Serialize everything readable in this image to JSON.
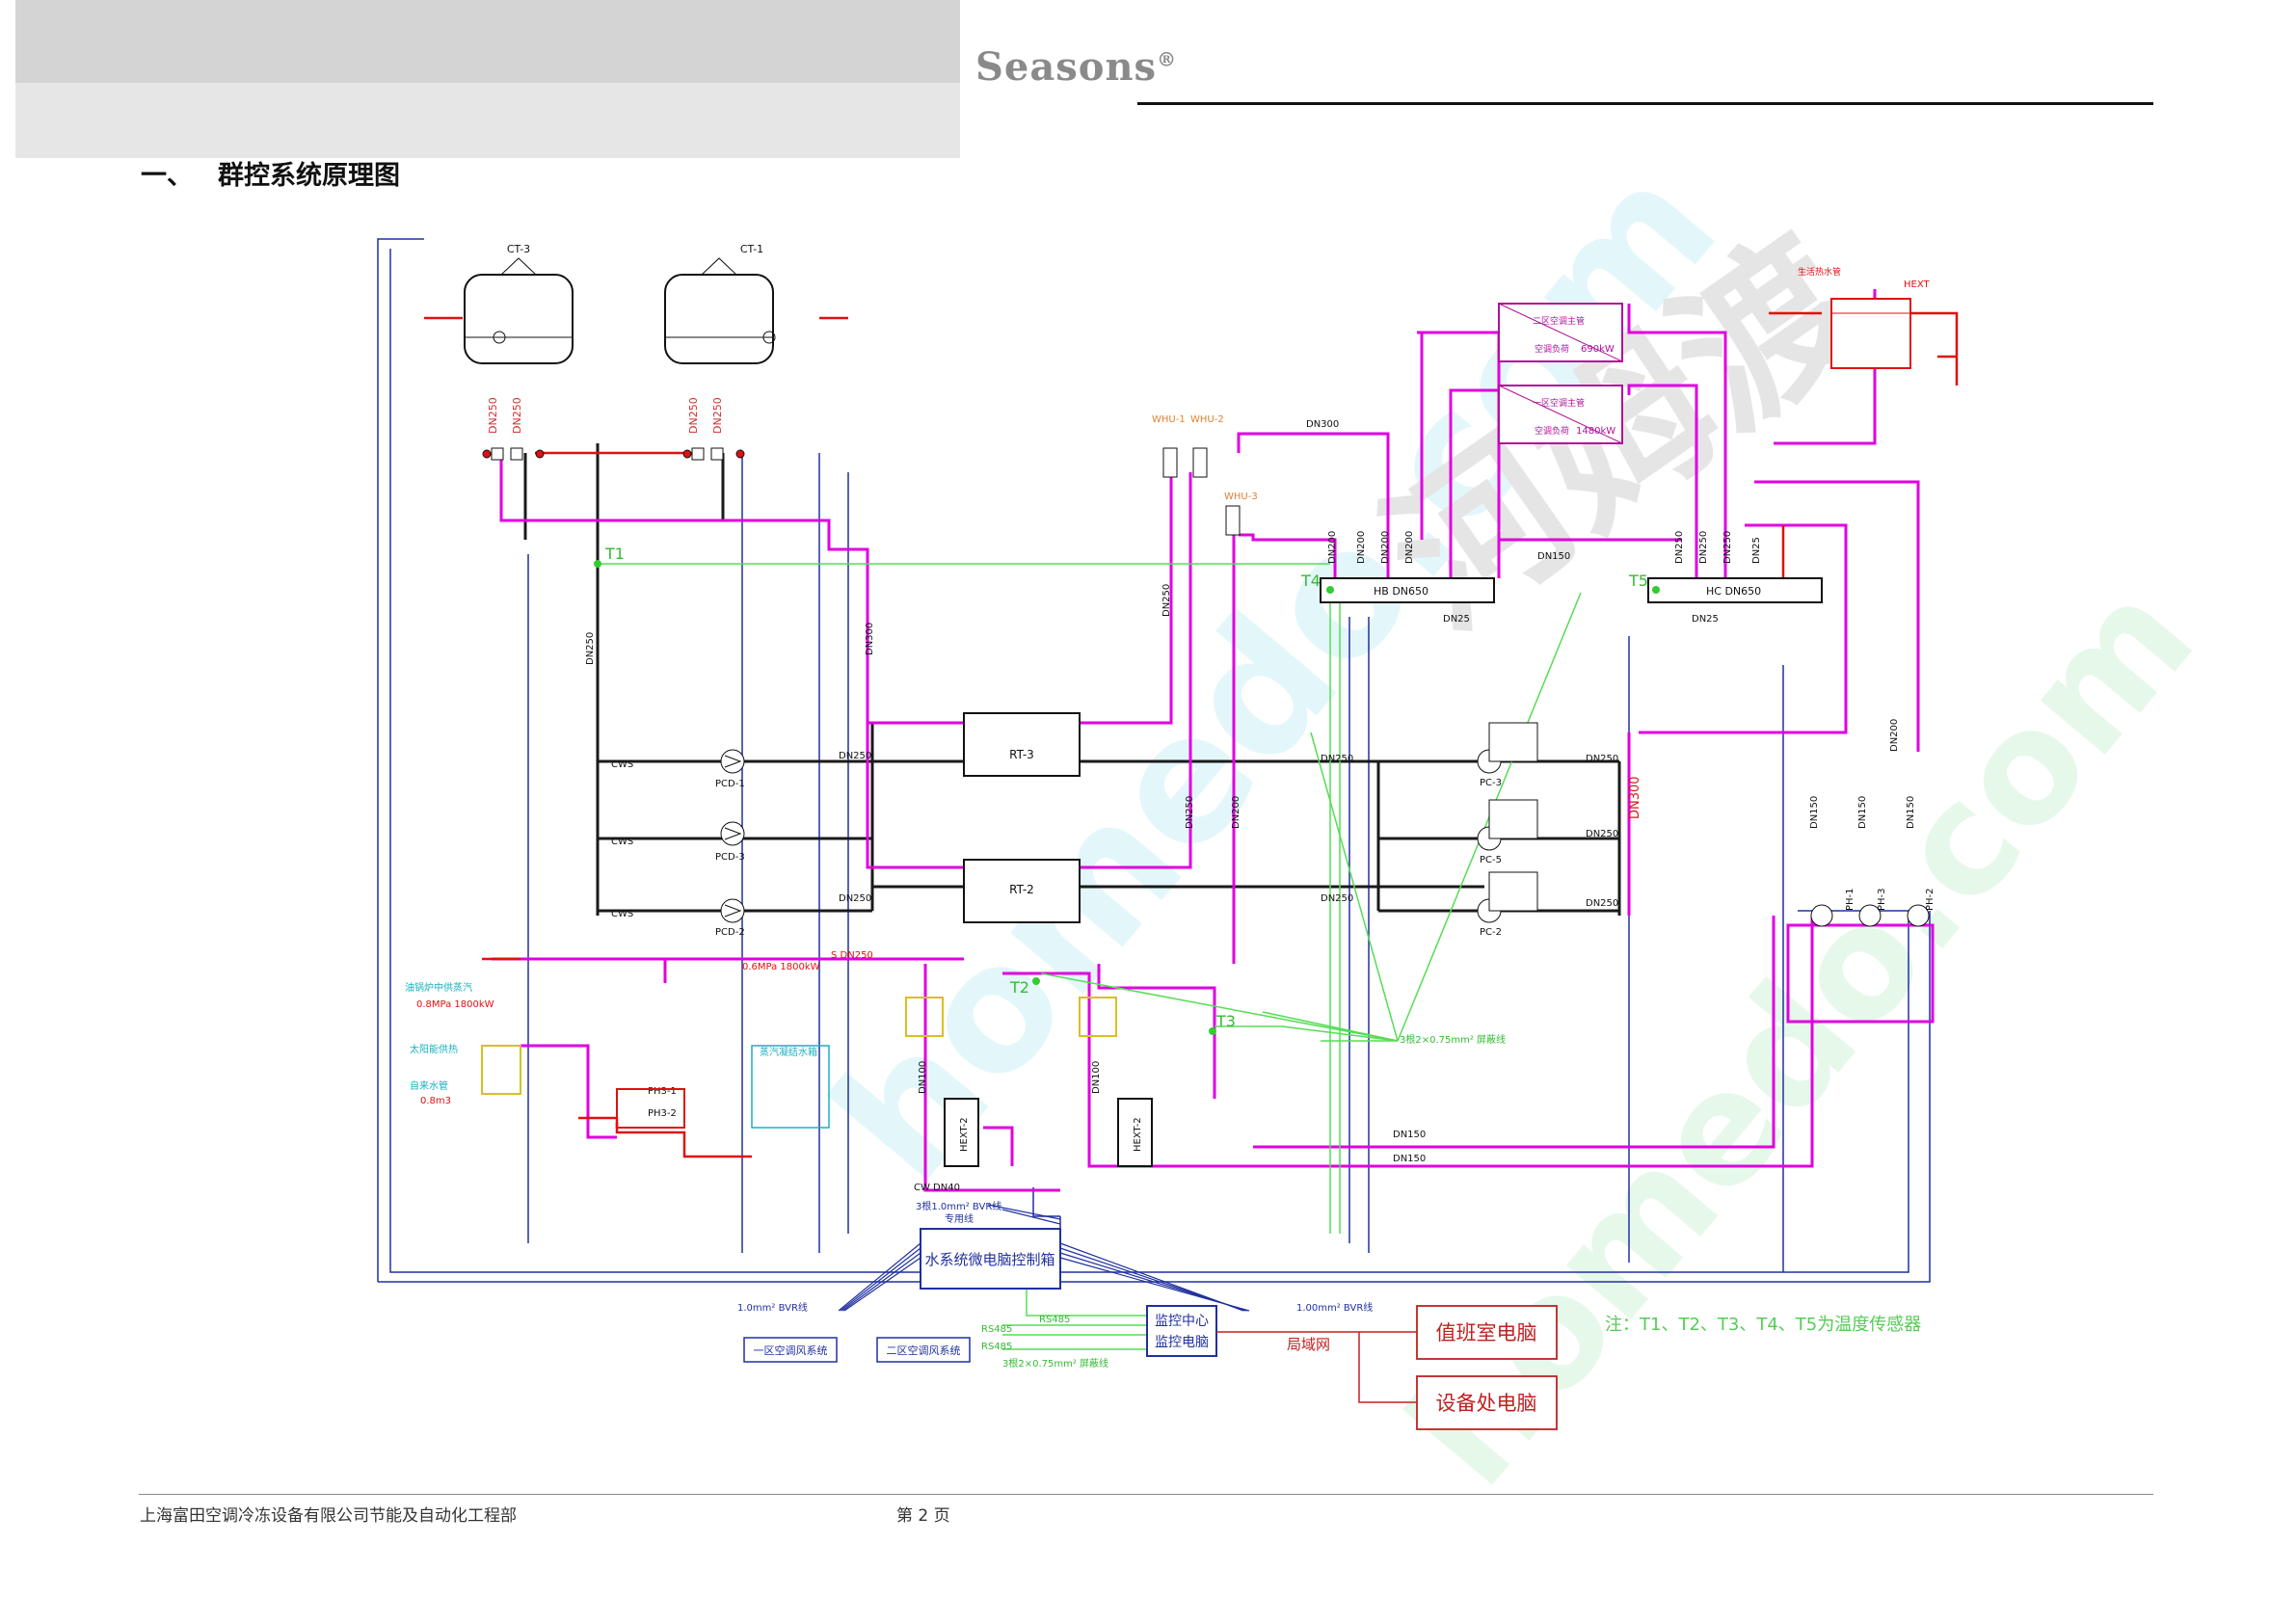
{
  "header": {
    "brand": "Seasons",
    "brand_mark": "®",
    "section_number": "一、",
    "section_title": "群控系统原理图"
  },
  "footer": {
    "company": "上海富田空调冷冻设备有限公司节能及自动化工程部",
    "page": "第 2 页"
  },
  "watermark": {
    "site": "homedo.com",
    "brand_cn": "河姆渡"
  },
  "colors": {
    "condenser_water": "#1a1a1a",
    "chilled_water": "#e000e0",
    "heating": "#e01010",
    "signal": "#55dd55",
    "control": "#2030a0",
    "annotation": "#c02020"
  },
  "diagram": {
    "cooling_towers": [
      "CT-3",
      "CT-1"
    ],
    "tower_pipes": [
      "DN250",
      "DN250",
      "DN250",
      "DN250"
    ],
    "chillers": [
      "RT-3",
      "RT-2"
    ],
    "condenser_pumps": [
      "PCD-1",
      "PCD-3",
      "PCD-2"
    ],
    "cws_labels": [
      "CWS",
      "CWS",
      "CWS"
    ],
    "chilled_pumps": [
      "PC-3",
      "PC-5",
      "PC-2"
    ],
    "hot_pumps": [
      "PH-1",
      "PH-3",
      "PH-2"
    ],
    "hot_pipes": [
      "DN150",
      "DN150",
      "DN150"
    ],
    "whu": [
      "WHU-1",
      "WHU-2",
      "WHU-3"
    ],
    "dn300_top": "DN300",
    "headers": {
      "hb": "HB DN650",
      "hc": "HC DN650"
    },
    "hb_branches": [
      "DN200",
      "DN200",
      "DN200",
      "DN200"
    ],
    "hc_branches": [
      "DN250",
      "DN250",
      "DN250",
      "DN25"
    ],
    "dn150_bridge": "DN150",
    "dn25": [
      "DN25",
      "DN25"
    ],
    "dn200": "DN200",
    "ahu": [
      {
        "name": "二区空调主管",
        "load": "690kW",
        "note": "空调负荷"
      },
      {
        "name": "一区空调主管",
        "load": "1480kW",
        "note": "空调负荷"
      }
    ],
    "hext_top": "HEXT",
    "hext_top_note": "生活热水管",
    "sensors": [
      "T1",
      "T2",
      "T3",
      "T4",
      "T5"
    ],
    "pipes": {
      "dn250": "DN250",
      "dn300": "DN300",
      "dn200": "DN200",
      "dn150": "DN150",
      "dn100": "DN100",
      "dn40": "CW DN40",
      "s_dn250": "S DN250"
    },
    "steam_source": "油锅炉中供蒸汽",
    "steam_source_spec": "0.8MPa 1800kW",
    "steam_valve_spec": "0.6MPa 1800kW",
    "solar_water": "太阳能供热",
    "city_water": "自来水管",
    "city_water_spec": "0.8m3",
    "ph_units": [
      "PH3-1",
      "PH3-2"
    ],
    "expansion_tank": "蒸汽凝结水箱",
    "hext_units": [
      "HEXT-2",
      "HEXT-2"
    ],
    "panel": "水系统微电脑控制箱",
    "cable_bvr": "3根1.0mm² BVR线",
    "cable_label": "专用线",
    "cable_left": "1.0mm² BVR线",
    "cable_right": "1.00mm² BVR线",
    "sensor_cable": "3根2×0.75mm² 屏蔽线",
    "rs485": "RS485",
    "ahu_system_1": "一区空调风系统",
    "ahu_system_2": "二区空调风系统",
    "monitor_line1": "监控中心",
    "monitor_line2": "监控电脑",
    "lan": "局域网",
    "duty_pc": "值班室电脑",
    "equip_pc": "设备处电脑",
    "note": "注：T1、T2、T3、T4、T5为温度传感器"
  }
}
